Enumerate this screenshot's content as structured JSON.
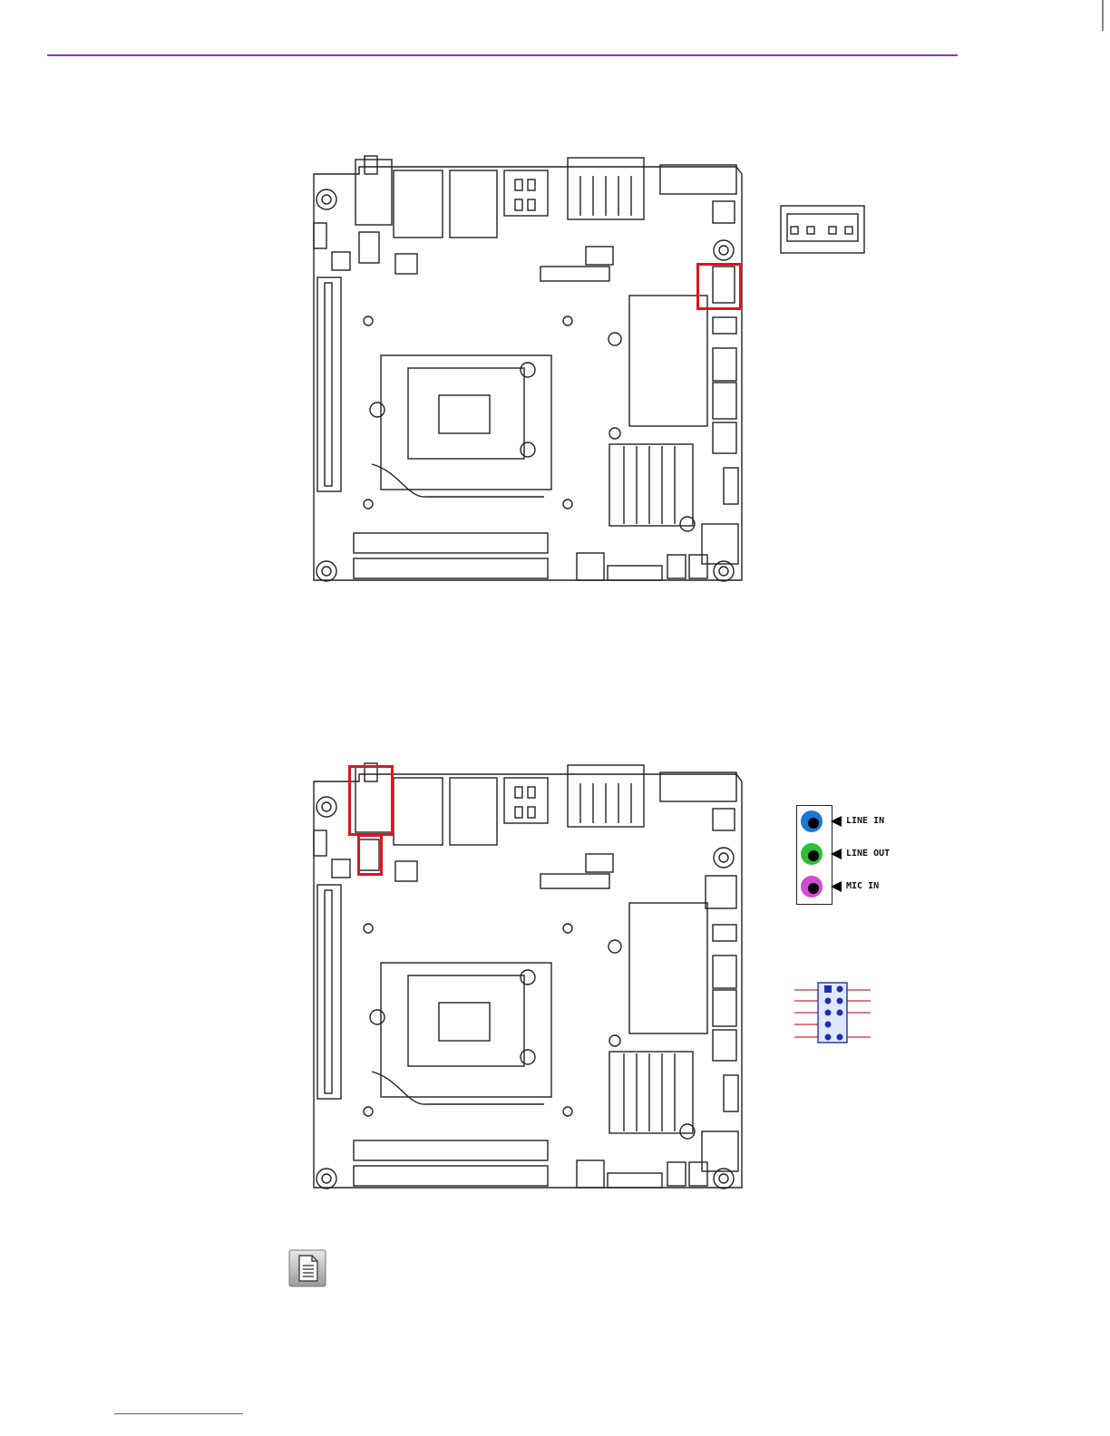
{
  "page": {
    "rule_color": "#7a3fd6",
    "highlight_color": "#e0141e"
  },
  "figure1": {
    "connector_detail_icon": "fan-connector-icon"
  },
  "figure2": {
    "audio_jacks": [
      {
        "label": "LINE IN",
        "color": "#1a78d6"
      },
      {
        "label": "LINE OUT",
        "color": "#2fbf3a"
      },
      {
        "label": "MIC IN",
        "color": "#d24bd6"
      }
    ],
    "header_detail_icon": "audio-header-pins-icon"
  },
  "note": {
    "icon": "note-document-icon"
  }
}
